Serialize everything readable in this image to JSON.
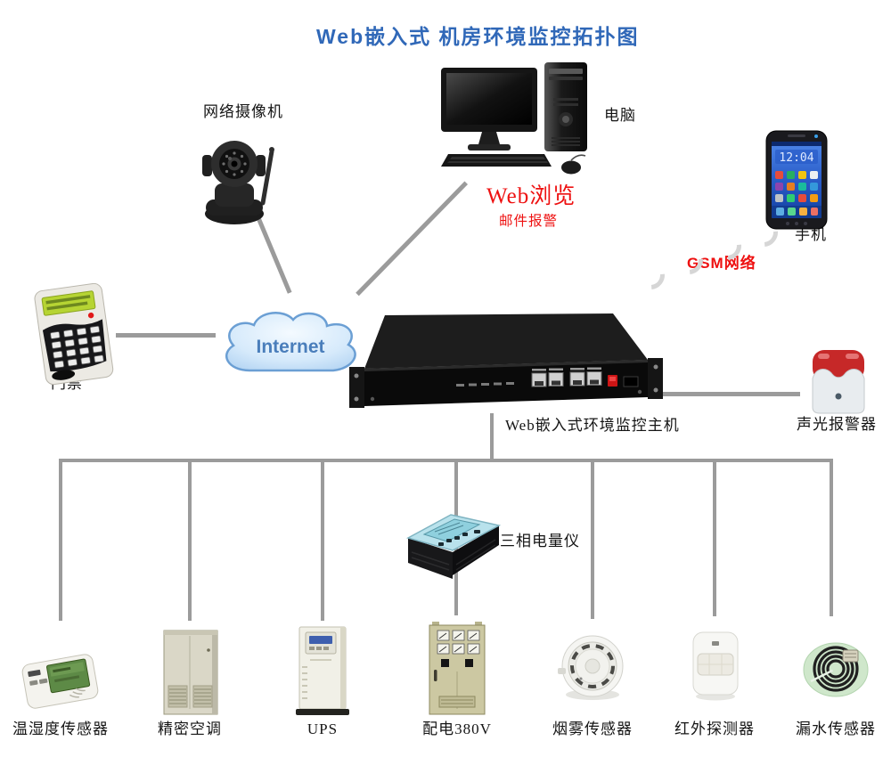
{
  "title": "Web嵌入式 机房环境监控拓扑图",
  "colors": {
    "title_blue": "#3068b8",
    "alert_red": "#ee1111",
    "line_gray": "#9b9b9b",
    "cloud_fill": "#d6eafb",
    "cloud_border": "#6b9fd4",
    "cloud_text_blue": "#4a7ebb"
  },
  "internet": {
    "label": "Internet"
  },
  "devices": {
    "camera": {
      "label": "网络摄像机"
    },
    "computer": {
      "label": "电脑",
      "web_browse": "Web浏览",
      "mail_alert": "邮件报警"
    },
    "phone": {
      "label": "手机",
      "clock": "12:04",
      "gsm_label": "GSM网络"
    },
    "access_control": {
      "label": "门禁"
    },
    "host": {
      "label": "Web嵌入式环境监控主机"
    },
    "alarm": {
      "label": "声光报警器"
    },
    "power_meter": {
      "label": "三相电量仪"
    }
  },
  "sensors": [
    {
      "id": "temp-humidity-sensor",
      "label": "温湿度传感器"
    },
    {
      "id": "precision-ac",
      "label": "精密空调"
    },
    {
      "id": "ups",
      "label": "UPS"
    },
    {
      "id": "power-distribution-380v",
      "label": "配电380V"
    },
    {
      "id": "smoke-sensor",
      "label": "烟雾传感器"
    },
    {
      "id": "infrared-detector",
      "label": "红外探测器"
    },
    {
      "id": "water-leak-sensor",
      "label": "漏水传感器"
    }
  ]
}
